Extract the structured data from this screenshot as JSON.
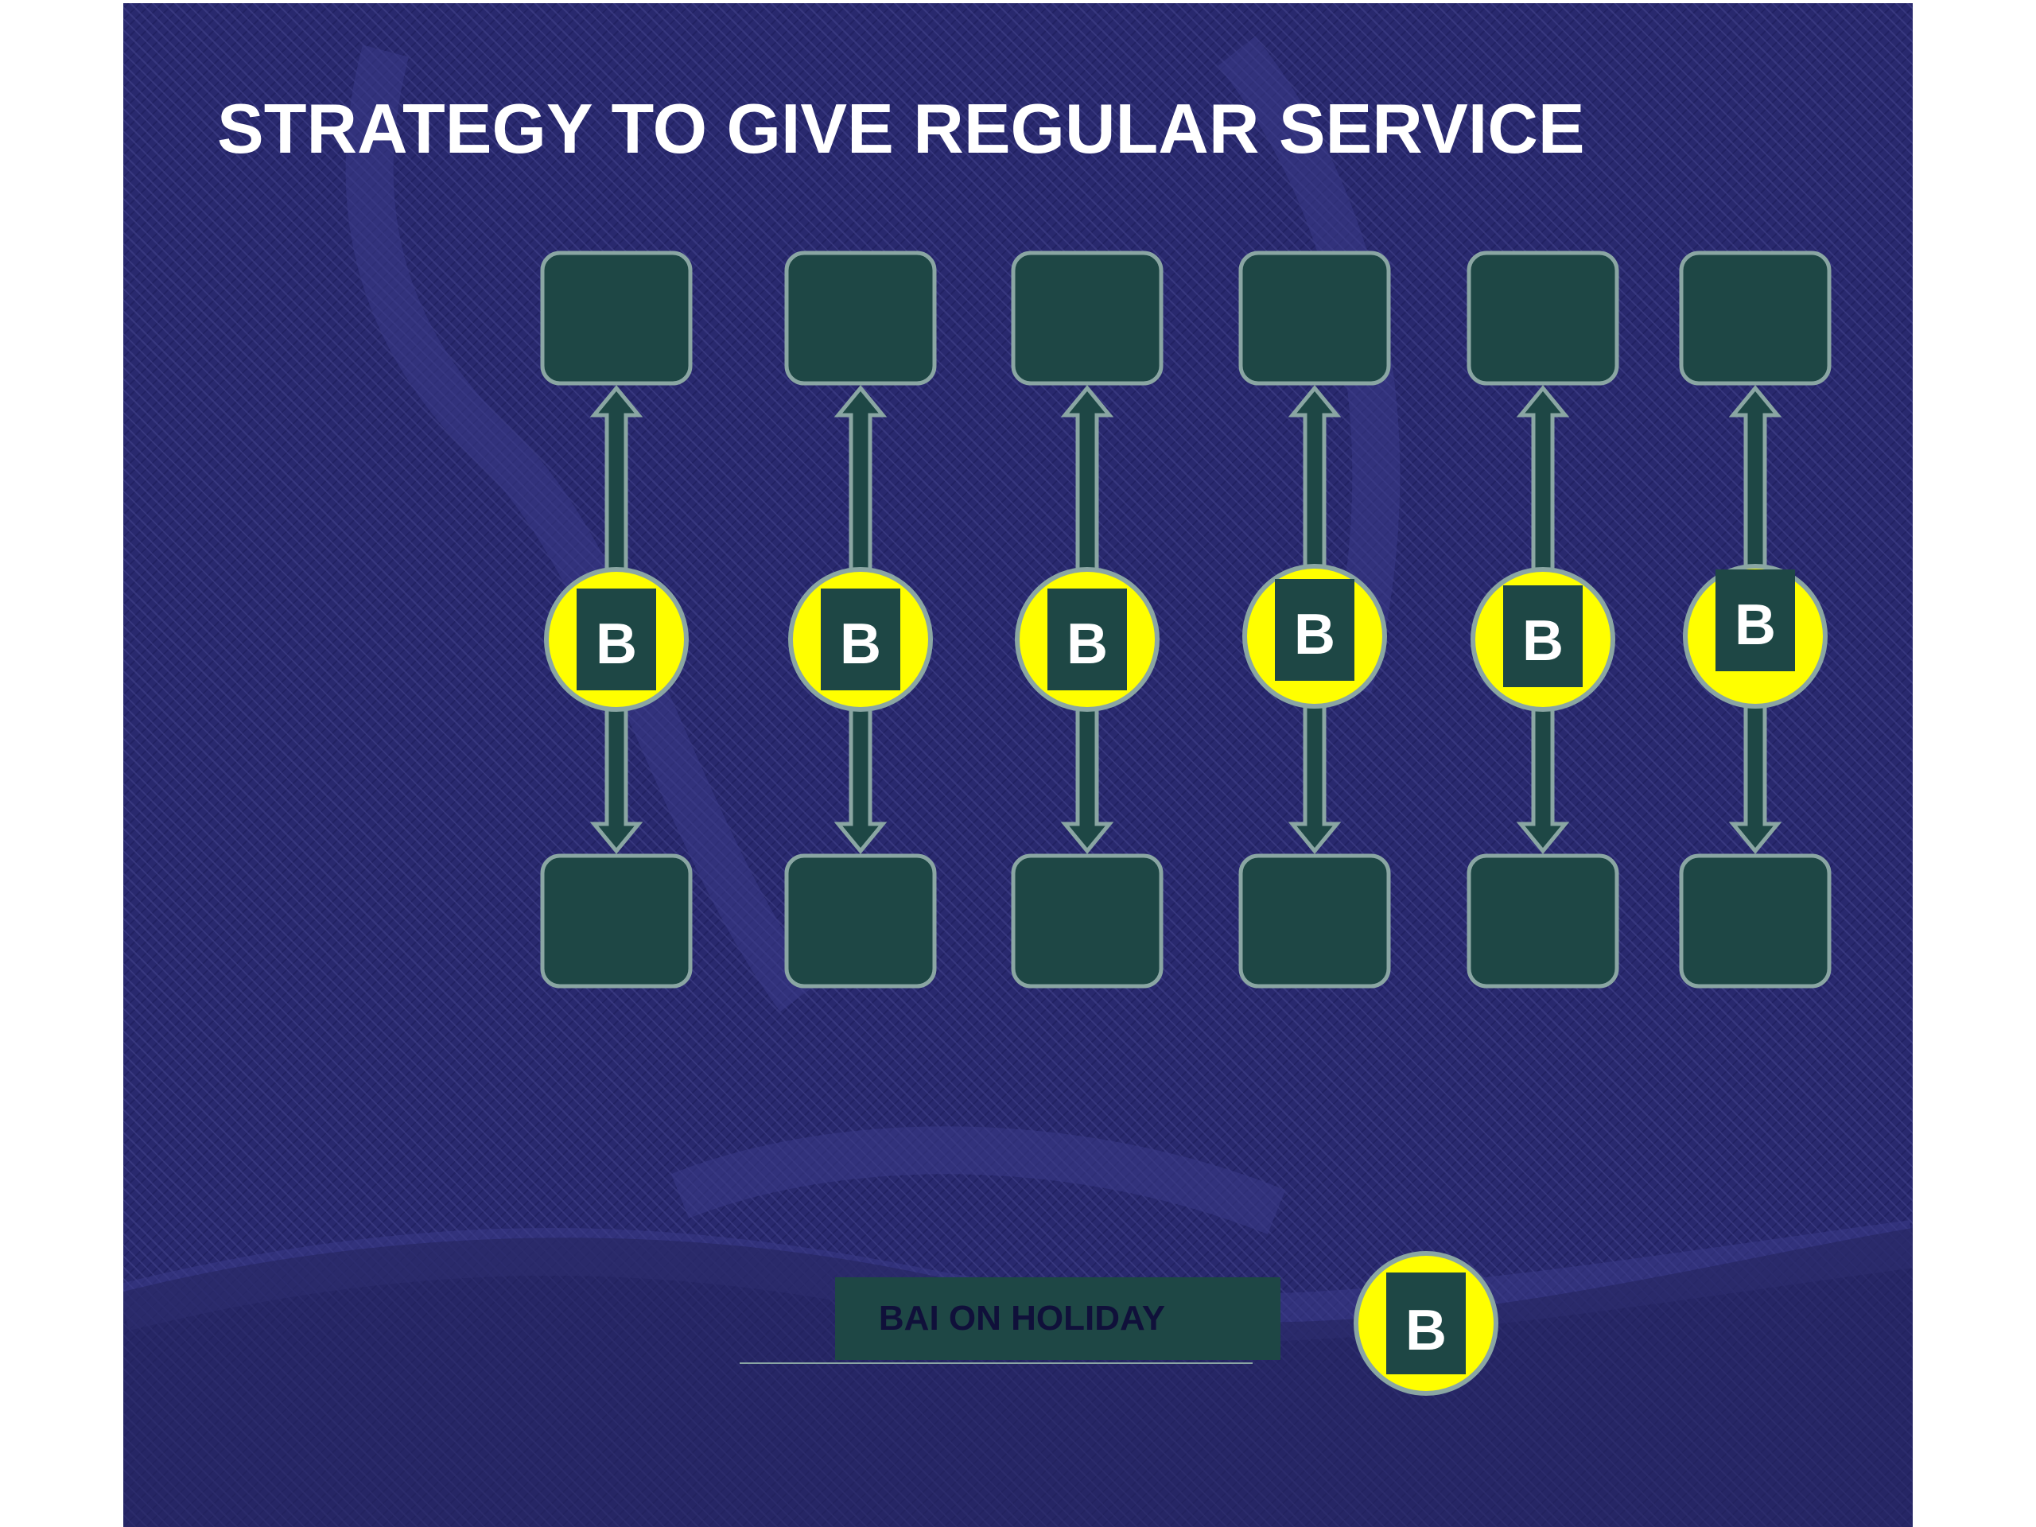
{
  "slide": {
    "title": "STRATEGY TO GIVE REGULAR SERVICE",
    "background_color": "#29296e",
    "box_color": "#1e4745",
    "box_stroke": "#8aa6a3",
    "circle_color": "#ffff00"
  },
  "columns": [
    {
      "bus_label": "B"
    },
    {
      "bus_label": "B"
    },
    {
      "bus_label": "B"
    },
    {
      "bus_label": "B"
    },
    {
      "bus_label": "B"
    },
    {
      "bus_label": "B"
    }
  ],
  "holiday": {
    "label": "BAI ON HOLIDAY",
    "bus_label": "B"
  }
}
